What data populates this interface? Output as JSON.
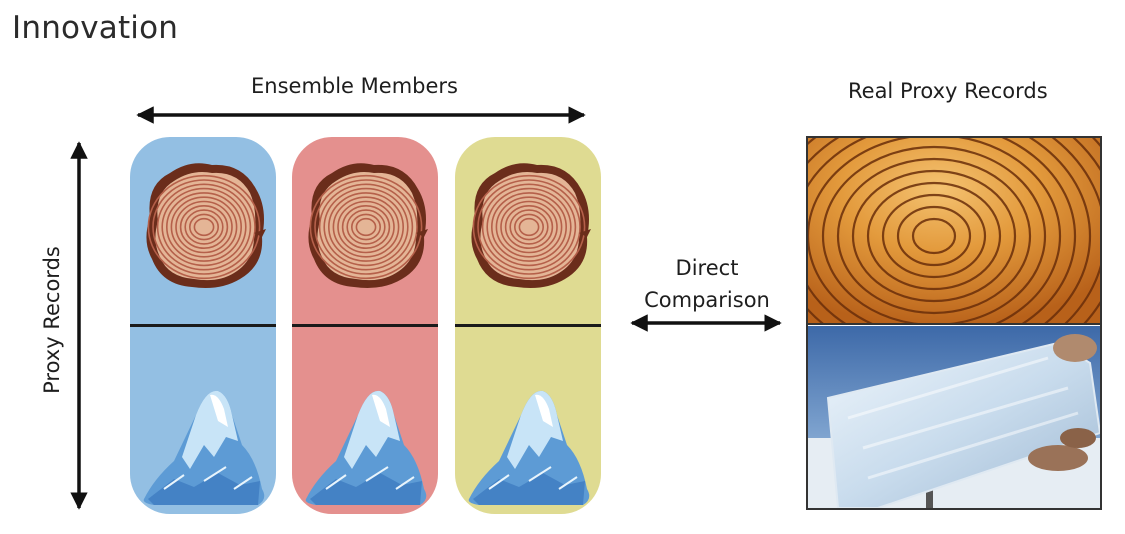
{
  "title": "Innovation",
  "ensemble_label": "Ensemble Members",
  "proxy_label": "Proxy Records",
  "comparison_label_line1": "Direct",
  "comparison_label_line2": "Comparison",
  "real_label": "Real Proxy Records",
  "ensemble_members": [
    {
      "color": "#93bfe3"
    },
    {
      "color": "#e4908e"
    },
    {
      "color": "#dfdb92"
    }
  ],
  "icons": {
    "tree": "tree-rings-icon",
    "ice": "ice-iceberg-icon"
  },
  "photos": [
    "tree-ring-photo",
    "ice-core-photo"
  ]
}
